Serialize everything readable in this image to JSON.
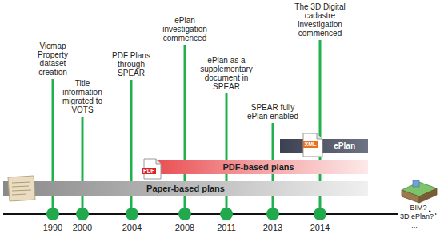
{
  "diagram": {
    "nodes": [
      {
        "text": [
          "ePlan"
        ]
      },
      {
        "text": [
          "PDF-based plans"
        ]
      },
      {
        "text": [
          "Paper-based plans"
        ]
      }
    ],
    "labels": [
      "Vicmap Property dataset creation",
      "Title information migrated to VOTS",
      "PDF Plans through SPEAR",
      "ePlan investigation commenced",
      "ePlan as a supplementary document in SPEAR",
      "SPEAR fully ePlan enabled",
      "The 3D Digital cadastre investigation commenced",
      "1990",
      "2000",
      "2004",
      "2008",
      "2011",
      "2013",
      "2014",
      "PDF",
      "XML",
      "BIM?",
      "3D ePlan?",
      "..."
    ]
  }
}
